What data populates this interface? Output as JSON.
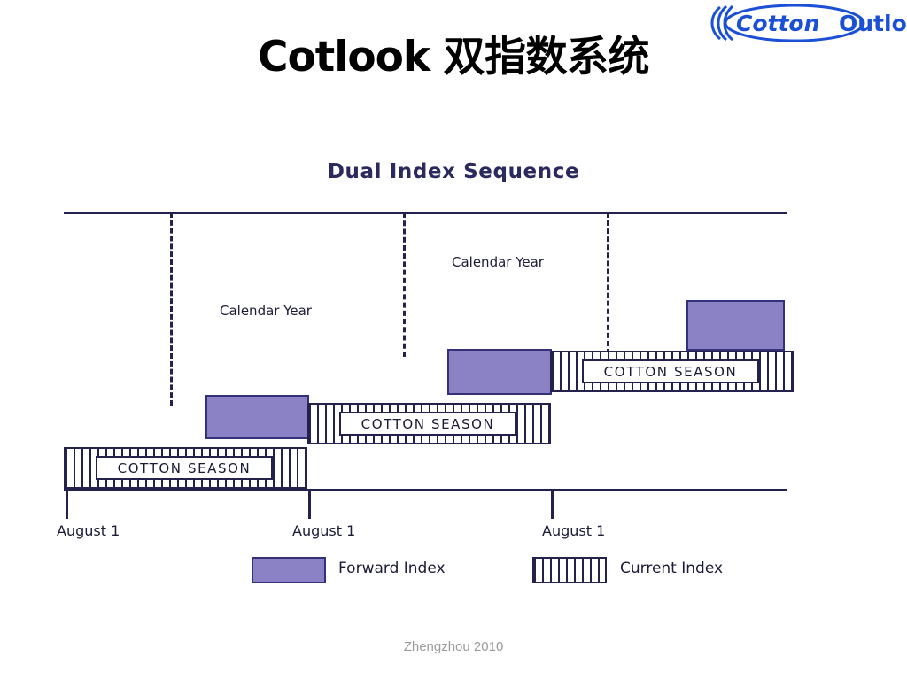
{
  "slide": {
    "title_latin": "Cotlook ",
    "title_cjk": "双指数系统",
    "footer": "Zhengzhou 2010"
  },
  "logo": {
    "name": "cotton-outlook-logo",
    "word1": "Cotton",
    "word2": "Outlook",
    "color": "#1a4fd6"
  },
  "figure": {
    "title": "Dual Index Sequence",
    "annotations": [
      {
        "label": "Calendar Year"
      },
      {
        "label": "Calendar Year"
      }
    ],
    "season_labels": [
      {
        "text": "COTTON SEASON"
      },
      {
        "text": "COTTON SEASON"
      },
      {
        "text": "COTTON SEASON"
      }
    ],
    "axis_ticks": [
      {
        "label": "August 1"
      },
      {
        "label": "August 1"
      },
      {
        "label": "August 1"
      }
    ],
    "legend": [
      {
        "key": "forward-index",
        "label": "Forward Index",
        "color": "#8b82c6",
        "pattern": "solid"
      },
      {
        "key": "current-index",
        "label": "Current Index",
        "color": "#22224d",
        "pattern": "vertical-stripes"
      }
    ]
  },
  "chart_data": {
    "type": "bar",
    "title": "Dual Index Sequence",
    "xlabel": "",
    "ylabel": "",
    "orientation": "horizontal-timeline",
    "xlim": [
      0,
      3.6
    ],
    "x_tick_labels": [
      "August 1",
      "August 1",
      "August 1"
    ],
    "x_tick_positions": [
      0.0,
      1.0,
      2.0
    ],
    "grid": false,
    "legend_position": "bottom",
    "series": [
      {
        "name": "Current Index",
        "pattern": "vertical-stripes",
        "color": "#22224d",
        "bars": [
          {
            "label": "COTTON SEASON",
            "start": 0.0,
            "end": 1.0,
            "tier": 1
          },
          {
            "label": "COTTON SEASON",
            "start": 1.0,
            "end": 2.0,
            "tier": 2
          },
          {
            "label": "COTTON SEASON",
            "start": 2.0,
            "end": 3.0,
            "tier": 3
          }
        ]
      },
      {
        "name": "Forward Index",
        "pattern": "solid",
        "color": "#8b82c6",
        "bars": [
          {
            "start": 0.65,
            "end": 1.0,
            "tier": 2
          },
          {
            "start": 1.65,
            "end": 2.0,
            "tier": 3
          },
          {
            "start": 2.65,
            "end": 3.0,
            "tier": 4
          }
        ]
      }
    ],
    "annotations": [
      {
        "text": "Calendar Year",
        "span_start": 0.35,
        "span_end": 1.35
      },
      {
        "text": "Calendar Year",
        "span_start": 1.35,
        "span_end": 2.35
      }
    ],
    "dashed_markers": [
      0.35,
      1.35,
      2.35
    ]
  }
}
